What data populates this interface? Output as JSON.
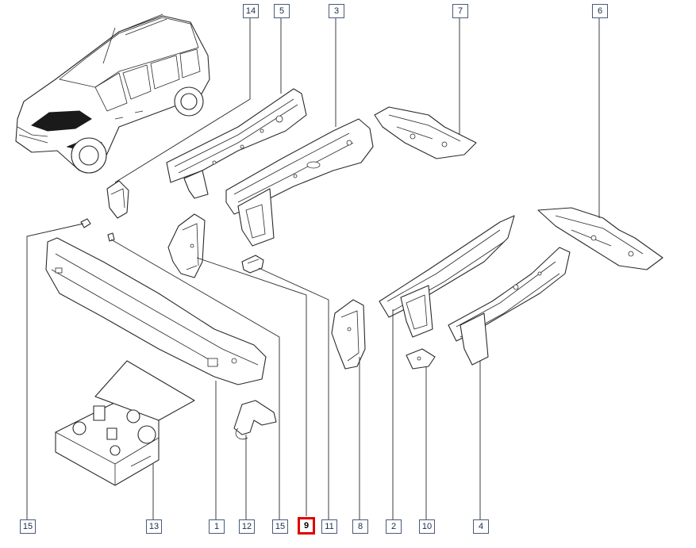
{
  "callouts": [
    {
      "id": "14",
      "selected": false
    },
    {
      "id": "5",
      "selected": false
    },
    {
      "id": "3",
      "selected": false
    },
    {
      "id": "7",
      "selected": false
    },
    {
      "id": "6",
      "selected": false
    },
    {
      "id": "15",
      "selected": false
    },
    {
      "id": "13",
      "selected": false
    },
    {
      "id": "1",
      "selected": false
    },
    {
      "id": "12",
      "selected": false
    },
    {
      "id": "15",
      "selected": false
    },
    {
      "id": "9",
      "selected": true
    },
    {
      "id": "11",
      "selected": false
    },
    {
      "id": "8",
      "selected": false
    },
    {
      "id": "2",
      "selected": false
    },
    {
      "id": "10",
      "selected": false
    },
    {
      "id": "4",
      "selected": false
    }
  ],
  "colors": {
    "selected_border": "#e00000",
    "callout_border": "#4a5a7a",
    "line": "#2a2a2a"
  }
}
